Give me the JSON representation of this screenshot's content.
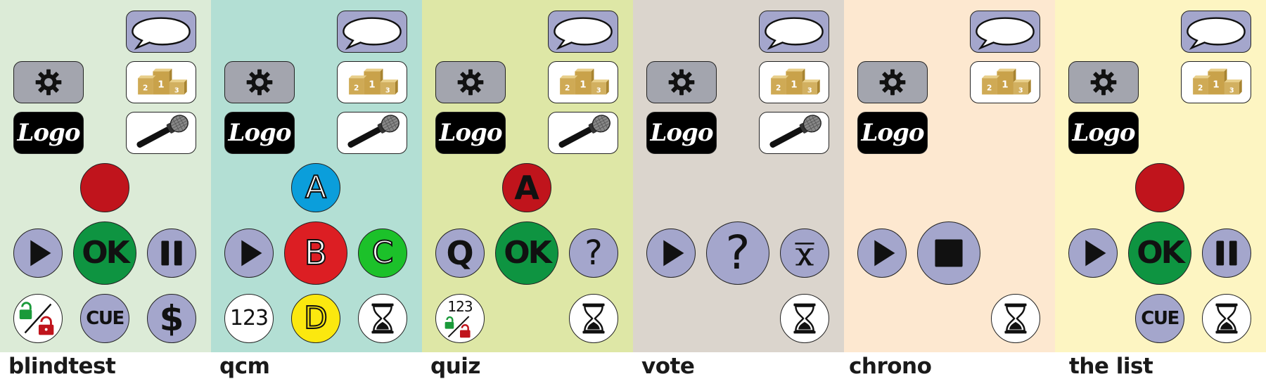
{
  "panels": [
    {
      "id": "blindtest",
      "caption": "blindtest",
      "bg": "#dcebd7"
    },
    {
      "id": "qcm",
      "caption": "qcm",
      "bg": "#b3dfd4"
    },
    {
      "id": "quiz",
      "caption": "quiz",
      "bg": "#dee7a6"
    },
    {
      "id": "vote",
      "caption": "vote",
      "bg": "#dbd5cd"
    },
    {
      "id": "chrono",
      "caption": "chrono",
      "bg": "#fde8d0"
    },
    {
      "id": "thelist",
      "caption": "the list",
      "bg": "#fdf5c2"
    }
  ],
  "labels": {
    "logo": "Logo",
    "ok": "OK",
    "cue": "CUE",
    "dollar": "$",
    "a": "A",
    "b": "B",
    "c": "C",
    "d": "D",
    "q": "Q",
    "question": "?",
    "num123": "123"
  }
}
